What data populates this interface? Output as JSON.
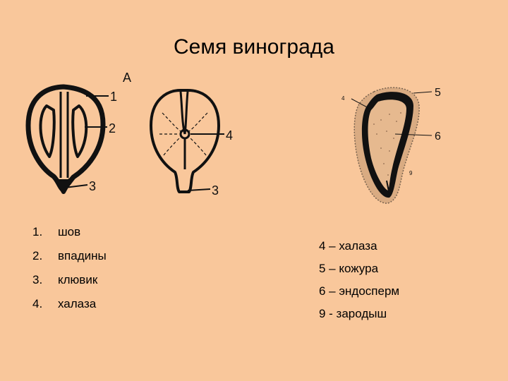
{
  "title": "Семя винограда",
  "figure_labels": {
    "a": "А",
    "l1": "1",
    "l2": "2",
    "l3": "3",
    "m3": "3",
    "m4": "4",
    "r4": "4",
    "r5": "5",
    "r6": "6",
    "r9": "9"
  },
  "legend_left": [
    {
      "num": "1.",
      "text": "шов"
    },
    {
      "num": "2.",
      "text": "впадины"
    },
    {
      "num": "3.",
      "text": "клювик"
    },
    {
      "num": "4.",
      "text": "халаза"
    }
  ],
  "legend_right": [
    "4 – халаза",
    "5 – кожура",
    "6 – эндосперм",
    "9 - зародыш"
  ],
  "colors": {
    "background": "#f9c79b",
    "ink": "#111111",
    "stipple": "#c9a580"
  }
}
